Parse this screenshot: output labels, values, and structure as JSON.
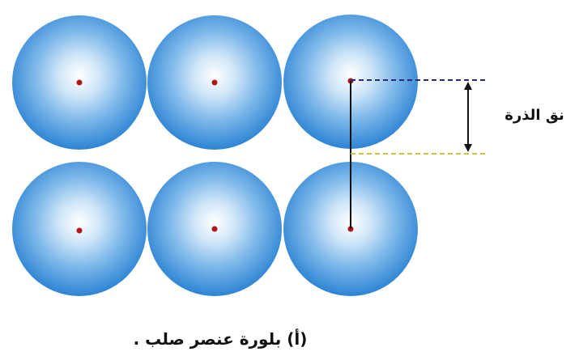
{
  "diagram": {
    "radius_label": "نق الذرة",
    "caption": "(أ) بلورة عنصر صلب ."
  },
  "atoms": [
    {
      "row": 1,
      "col": 1
    },
    {
      "row": 1,
      "col": 2
    },
    {
      "row": 1,
      "col": 3
    },
    {
      "row": 2,
      "col": 1
    },
    {
      "row": 2,
      "col": 2
    },
    {
      "row": 2,
      "col": 3
    }
  ],
  "colors": {
    "sphere_center": "#ffffff",
    "sphere_mid": "#8ec5ee",
    "sphere_edge": "#2f86d6",
    "nucleus": "#b01818",
    "guide_top": "#2a2a7a",
    "guide_bottom": "#c9c23a",
    "arrow": "#111111"
  }
}
